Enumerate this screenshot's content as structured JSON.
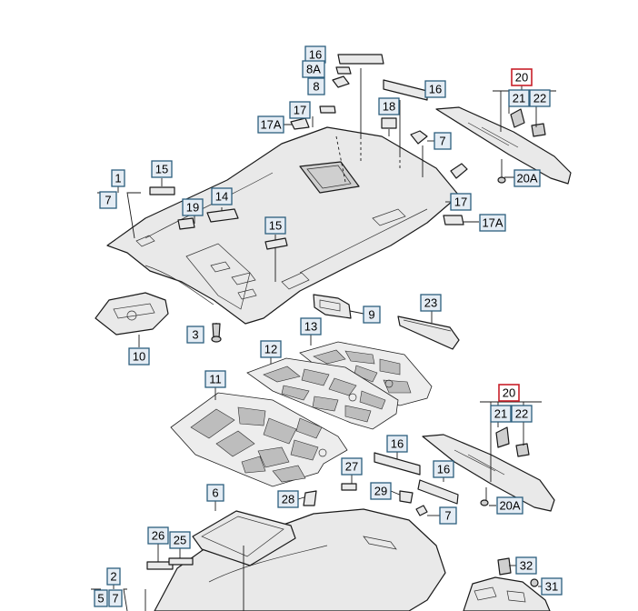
{
  "labels": {
    "p1": "1",
    "p2": "2",
    "p3": "3",
    "p5": "5",
    "p6": "6",
    "p7": "7",
    "p8": "8",
    "p8A": "8A",
    "p9": "9",
    "p10": "10",
    "p11": "11",
    "p12": "12",
    "p13": "13",
    "p14": "14",
    "p15": "15",
    "p16": "16",
    "p17": "17",
    "p17A": "17A",
    "p18": "18",
    "p19": "19",
    "p20": "20",
    "p20A": "20A",
    "p21": "21",
    "p22": "22",
    "p23": "23",
    "p25": "25",
    "p26": "26",
    "p27": "27",
    "p28": "28",
    "p29": "29",
    "p31": "31",
    "p32": "32"
  },
  "colors": {
    "label_border": "#2c5f7e",
    "label_fill": "#e4ecf4",
    "highlight_border": "#c8202a"
  }
}
